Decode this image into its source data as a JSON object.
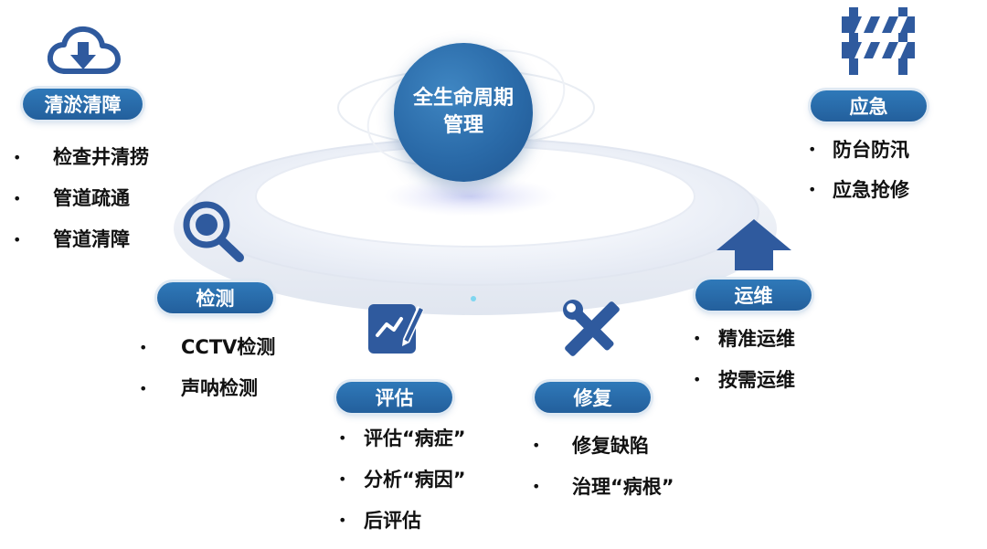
{
  "center": {
    "label": "全生命周期管理"
  },
  "nodes": [
    {
      "id": "qingyu",
      "label": "清淤清障",
      "icon": "cloud-download-icon",
      "items": [
        "检查井清捞",
        "管道疏通",
        "管道清障"
      ]
    },
    {
      "id": "jiance",
      "label": "检测",
      "icon": "magnifier-icon",
      "items": [
        "CCTV检测",
        "声呐检测"
      ]
    },
    {
      "id": "pinggu",
      "label": "评估",
      "icon": "chart-edit-icon",
      "items": [
        "评估“病症”",
        "分析“病因”",
        "后评估"
      ]
    },
    {
      "id": "xiufu",
      "label": "修复",
      "icon": "wrench-screwdriver-icon",
      "items": [
        "修复缺陷",
        "治理“病根”"
      ]
    },
    {
      "id": "yunwei",
      "label": "运维",
      "icon": "up-arrow-icon",
      "items": [
        "精准运维",
        "按需运维"
      ]
    },
    {
      "id": "yingji",
      "label": "应急",
      "icon": "barrier-icon",
      "items": [
        "防台防汛",
        "应急抢修"
      ]
    }
  ],
  "colors": {
    "primary": "#2a6aa8",
    "icon": "#2f5a9e",
    "accent_dot": "#7fd6f0"
  }
}
